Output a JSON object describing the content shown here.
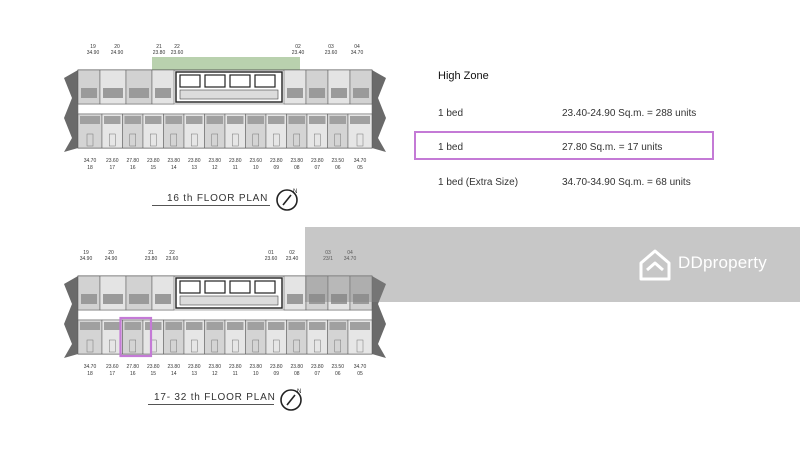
{
  "floor_plan_top": {
    "caption": "16 th FLOOR PLAN",
    "north_label": "N",
    "top_units": [
      {
        "no": "19",
        "size": "34.90"
      },
      {
        "no": "20",
        "size": "24.90"
      },
      {
        "no": "21",
        "size": "23.80"
      },
      {
        "no": "22",
        "size": "23.60"
      },
      {
        "no": "02",
        "size": "23.40"
      },
      {
        "no": "03",
        "size": "23.60"
      },
      {
        "no": "04",
        "size": "34.70"
      }
    ],
    "bottom_units": [
      {
        "no": "18",
        "size": "34.70"
      },
      {
        "no": "17",
        "size": "23.60"
      },
      {
        "no": "16",
        "size": "27.80"
      },
      {
        "no": "15",
        "size": "23.80"
      },
      {
        "no": "14",
        "size": "23.80"
      },
      {
        "no": "13",
        "size": "23.80"
      },
      {
        "no": "12",
        "size": "23.80"
      },
      {
        "no": "11",
        "size": "23.80"
      },
      {
        "no": "10",
        "size": "23.60"
      },
      {
        "no": "09",
        "size": "23.80"
      },
      {
        "no": "08",
        "size": "23.80"
      },
      {
        "no": "07",
        "size": "23.80"
      },
      {
        "no": "06",
        "size": "23.50"
      },
      {
        "no": "05",
        "size": "34.70"
      }
    ]
  },
  "floor_plan_bottom": {
    "caption": "17- 32 th FLOOR PLAN",
    "north_label": "N",
    "top_units": [
      {
        "no": "19",
        "size": "34.90"
      },
      {
        "no": "20",
        "size": "24.90"
      },
      {
        "no": "21",
        "size": "23.80"
      },
      {
        "no": "22",
        "size": "23.60"
      },
      {
        "no": "01",
        "size": "23.60"
      },
      {
        "no": "02",
        "size": "23.40"
      },
      {
        "no": "03",
        "size": "23/1"
      },
      {
        "no": "04",
        "size": "34.70"
      }
    ],
    "bottom_units": [
      {
        "no": "18",
        "size": "34.70"
      },
      {
        "no": "17",
        "size": "23.60"
      },
      {
        "no": "16",
        "size": "27.80"
      },
      {
        "no": "15",
        "size": "23.80"
      },
      {
        "no": "14",
        "size": "23.80"
      },
      {
        "no": "13",
        "size": "23.80"
      },
      {
        "no": "12",
        "size": "23.80"
      },
      {
        "no": "11",
        "size": "23.80"
      },
      {
        "no": "10",
        "size": "23.80"
      },
      {
        "no": "09",
        "size": "23.80"
      },
      {
        "no": "08",
        "size": "23.80"
      },
      {
        "no": "07",
        "size": "23.80"
      },
      {
        "no": "06",
        "size": "23.50"
      },
      {
        "no": "05",
        "size": "34.70"
      }
    ],
    "highlighted_unit": "16"
  },
  "high_zone": {
    "title": "High Zone",
    "rows": [
      {
        "name": "1 bed",
        "value": "23.40-24.90 Sq.m. = 288 units"
      },
      {
        "name": "1 bed",
        "value": "27.80 Sq.m. =   17 units",
        "highlighted": true
      },
      {
        "name": "1 bed (Extra Size)",
        "value": "34.70-34.90 Sq.m. =   68 units"
      }
    ]
  },
  "watermark": {
    "brand": "DDproperty",
    "icon": "house-logo-icon"
  },
  "colors": {
    "highlight": "#c47ad6",
    "watermark_bg": "#8c8c8c",
    "terrace": "#b9d1ae"
  }
}
